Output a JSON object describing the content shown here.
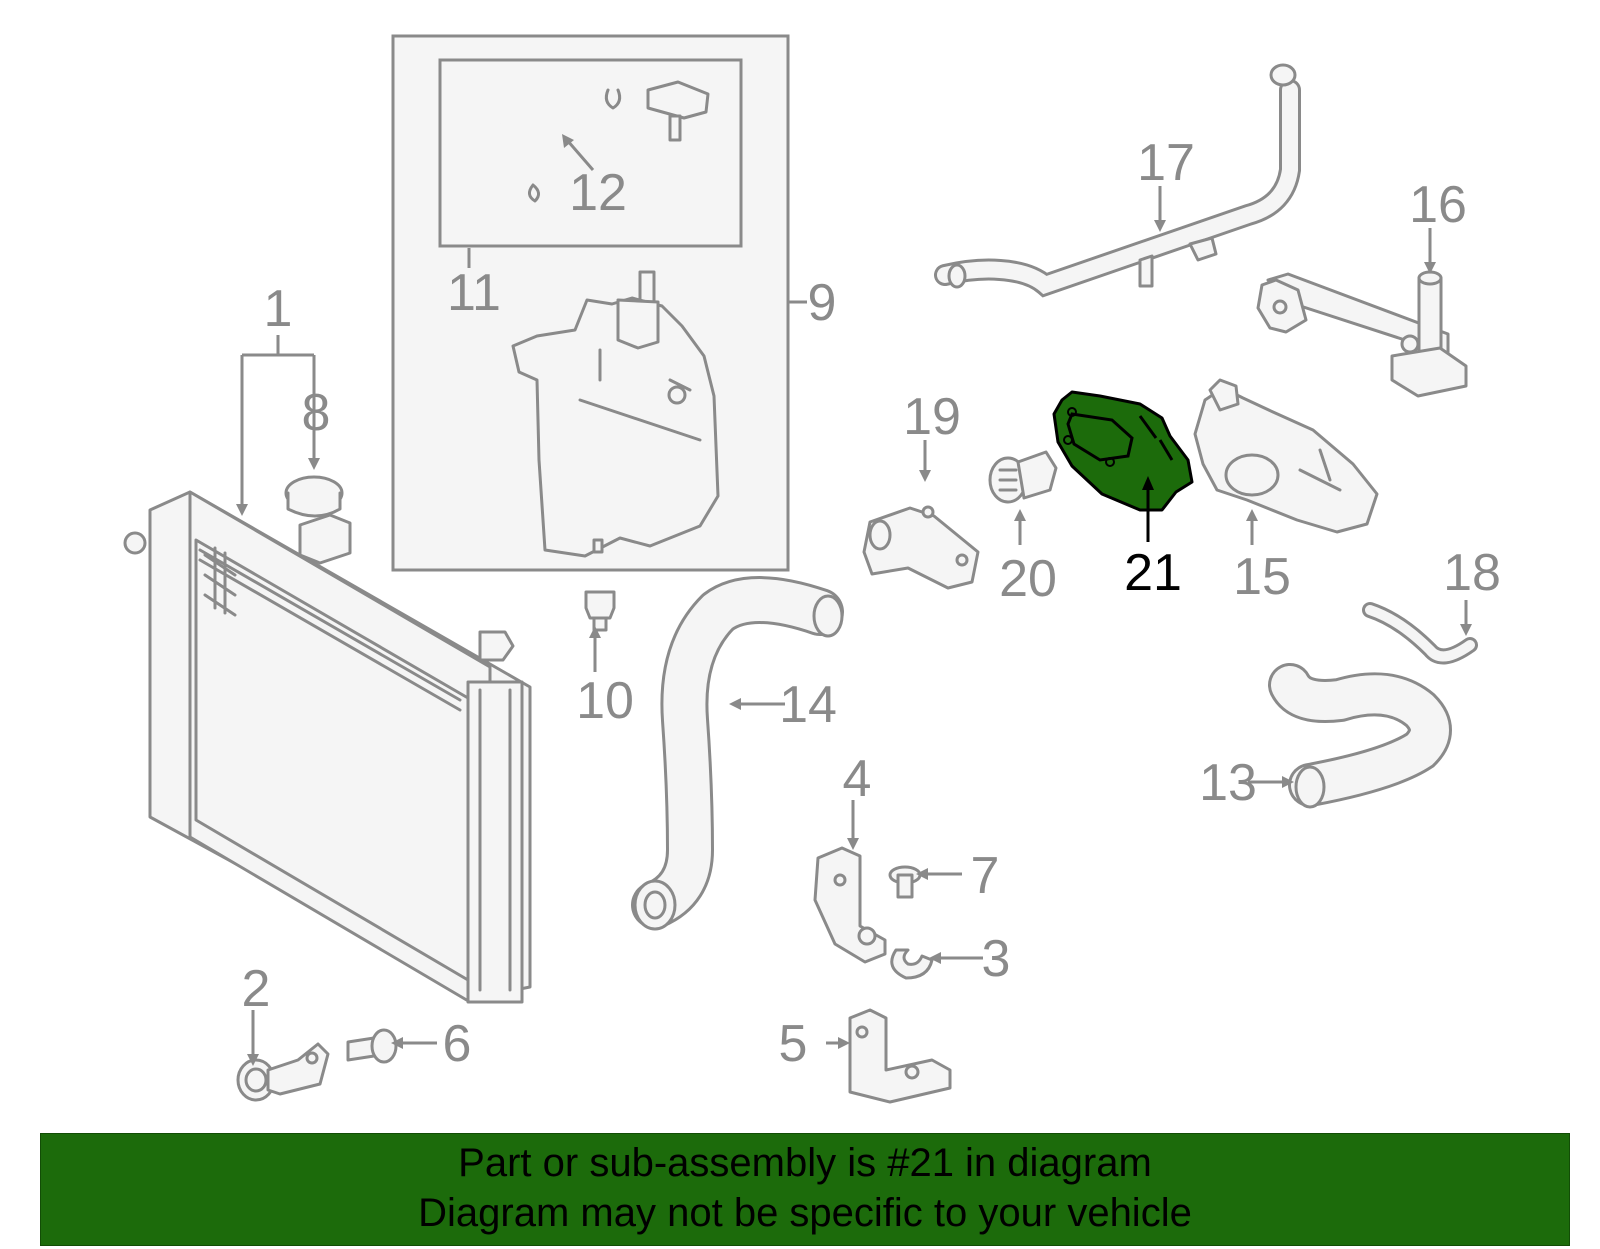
{
  "labels": {
    "p1": "1",
    "p2": "2",
    "p3": "3",
    "p4": "4",
    "p5": "5",
    "p6": "6",
    "p7": "7",
    "p8": "8",
    "p9": "9",
    "p10": "10",
    "p11": "11",
    "p12": "12",
    "p13": "13",
    "p14": "14",
    "p15": "15",
    "p16": "16",
    "p17": "17",
    "p18": "18",
    "p19": "19",
    "p20": "20",
    "p21": "21"
  },
  "highlight": {
    "part": "21",
    "color": "#1c6b0b"
  },
  "banner": {
    "line1": "Part or sub-assembly is #21 in diagram",
    "line2": "Diagram may not be specific to your vehicle",
    "background": "#1c6b0b"
  }
}
